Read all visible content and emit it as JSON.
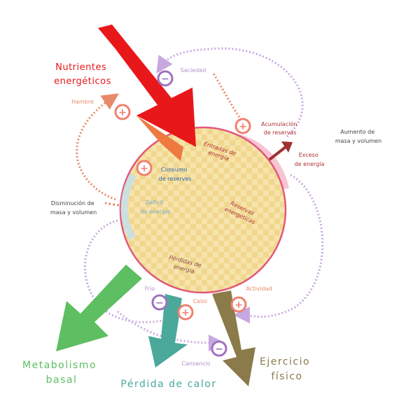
{
  "colors": {
    "nutrients": "#e8181a",
    "metabolism": "#5dbe62",
    "heat": "#4aa99a",
    "exercise": "#8b7a4a",
    "circle_fill": "#f5e0a0",
    "circle_stroke": "#e05a7a",
    "plus": "#f08070",
    "minus": "#a070c0",
    "label_gray": "#444444",
    "label_blue": "#2a6ab0",
    "label_red": "#b03030",
    "label_purple": "#b090c8"
  },
  "labels": {
    "nutrients": [
      "Nutrientes",
      "energéticos"
    ],
    "hunger": "Hambre",
    "satiety": "Saciedad",
    "intake": [
      "Entradas de",
      "energía"
    ],
    "consumption": [
      "Consumo",
      "de reservas"
    ],
    "deficit": [
      "Déficit",
      "de energía"
    ],
    "reserves": [
      "Reservas",
      "energéticas"
    ],
    "losses": [
      "Pérdidas de",
      "energía"
    ],
    "accumulation": [
      "Acumulación",
      "de reservas"
    ],
    "mass_increase": [
      "Aumento de",
      "masa y volumen"
    ],
    "excess": [
      "Exceso",
      "de energía"
    ],
    "mass_decrease": [
      "Disminución de",
      "masa y volumen"
    ],
    "cold": "Frío",
    "heat": "Calor",
    "activity": "Actividad",
    "fatigue": "Cansancio",
    "metabolism": [
      "Metabolismo",
      "basal"
    ],
    "heat_loss": "Pérdida de calor",
    "exercise": [
      "Ejercicio",
      "físico"
    ]
  }
}
